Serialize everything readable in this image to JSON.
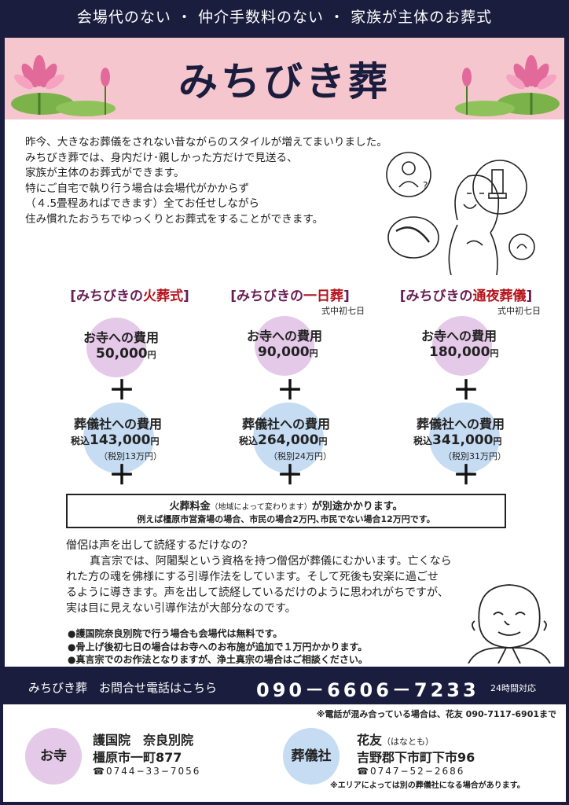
{
  "header": {
    "tagline": "会場代のない ・ 仲介手数料のない ・ 家族が主体のお葬式",
    "title": "みちびき葬"
  },
  "intro": {
    "lines": [
      "昨今、大きなお葬儀をされない昔ながらのスタイルが増えてまいりました。",
      "みちびき葬では、身内だけ･親しかった方だけで見送る、",
      "家族が主体のお葬式ができます。",
      "特にご自宅で執り行う場合は会場代がかからず",
      "（４.5畳程あればできます）全てお任せしながら",
      "住み慣れたおうちでゆっくりとお葬式をすることができます。"
    ]
  },
  "plans": [
    {
      "title_pre": "[みちびきの",
      "title_hl": "火葬式",
      "title_post": "]",
      "subtitle": "",
      "temple_label": "お寺への費用",
      "temple_amount": "50,000",
      "funeral_label": "葬儀社への費用",
      "funeral_prefix": "税込",
      "funeral_amount": "143,000",
      "tax_note": "（税別13万円）"
    },
    {
      "title_pre": "[みちびきの",
      "title_hl": "一日葬",
      "title_post": "]",
      "subtitle": "式中初七日",
      "temple_label": "お寺への費用",
      "temple_amount": "90,000",
      "funeral_label": "葬儀社への費用",
      "funeral_prefix": "税込",
      "funeral_amount": "264,000",
      "tax_note": "（税別24万円）"
    },
    {
      "title_pre": "[みちびきの",
      "title_hl": "通夜葬儀",
      "title_post": "]",
      "subtitle": "式中初七日",
      "temple_label": "お寺への費用",
      "temple_amount": "180,000",
      "funeral_label": "葬儀社への費用",
      "funeral_prefix": "税込",
      "funeral_amount": "341,000",
      "tax_note": "（税別31万円）"
    }
  ],
  "yen_unit": "円",
  "plus_sign": "＋",
  "cremation": {
    "line1_a": "火葬料金",
    "line1_b": "（地域によって変わります）",
    "line1_c": "が別途かかります。",
    "line2": "例えば橿原市営斎場の場合、市民の場合2万円､市民でない場合12万円です。"
  },
  "qa": {
    "question": "僧侶は声を出して読経するだけなの？",
    "answer_lines": [
      "真言宗では、阿闍梨という資格を持つ僧侶が葬儀にむかいます。亡くなら",
      "れた方の魂を佛様にする引導作法をしています。そして死後も安楽に過ごせ",
      "るように導きます。声を出して読経しているだけのように思われがちですが、",
      "実は目に見えない引導作法が大部分なのです。"
    ]
  },
  "bullets": [
    "●護国院奈良別院で行う場合も会場代は無料です。",
    "●骨上げ後初七日の場合はお寺へのお布施が追加で１万円かかります。",
    "●真言宗でのお作法となりますが、浄土真宗の場合はご相談ください。"
  ],
  "contact": {
    "label": "みちびき葬　お問合せ電話はこちら",
    "number": "090－6606－7233",
    "hours": "24時間対応"
  },
  "busy_note": "※電話が混み合っている場合は、花友 090-7117-6901まで",
  "temple": {
    "badge": "お寺",
    "name": "護国院　奈良別院",
    "address": "橿原市一町877",
    "tel": "0744−33−7056"
  },
  "funeral_home": {
    "badge": "葬儀社",
    "name": "花友",
    "reading": "（はなとも）",
    "address": "吉野郡下市町下市96",
    "tel": "0747−52−2686"
  },
  "area_note": "※エリアによっては別の葬儀社になる場合があります。",
  "colors": {
    "navy": "#1b1d3e",
    "pink_band": "#f5c6cd",
    "circle_pink": "#e5c9e8",
    "circle_blue": "#c5dcf2",
    "accent_red": "#b5121b",
    "title_purple": "#6a1e55"
  }
}
